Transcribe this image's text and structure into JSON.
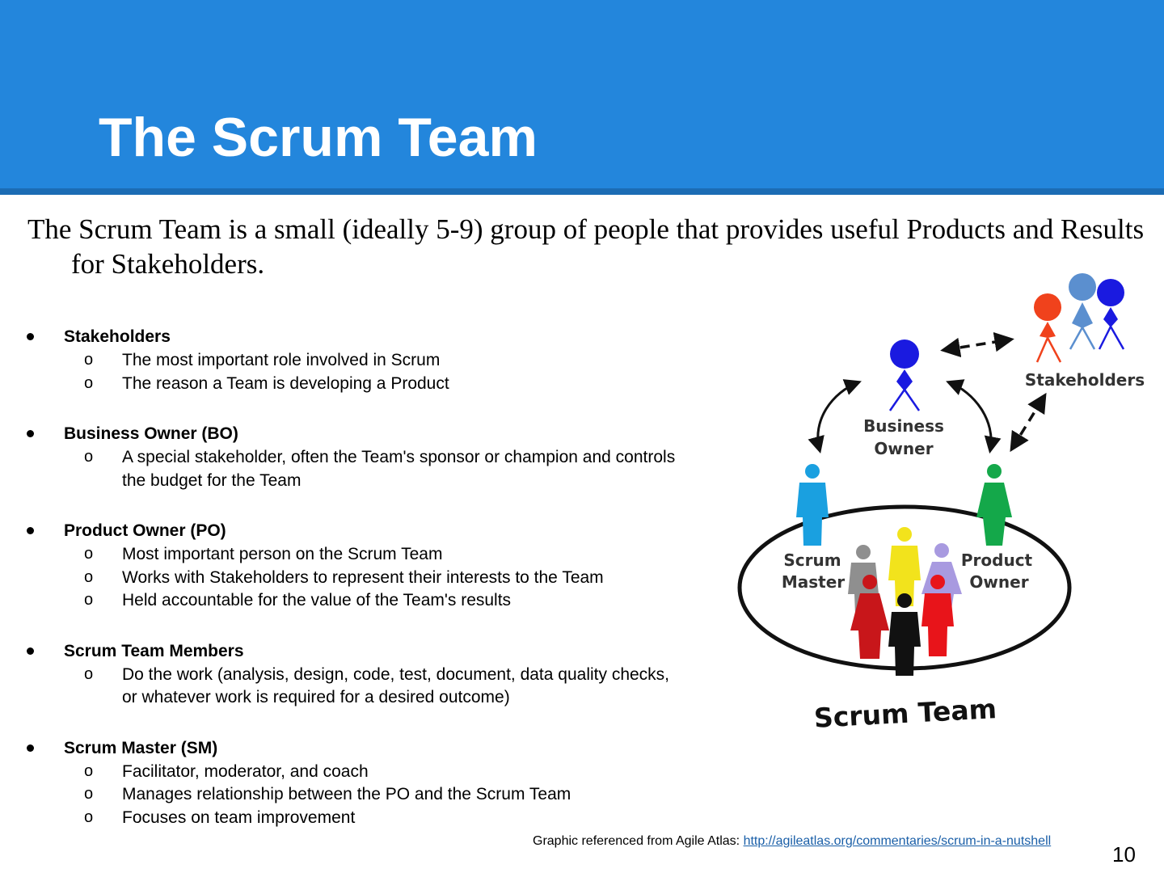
{
  "slide": {
    "title": "The Scrum Team",
    "intro": "The Scrum Team is a small (ideally 5-9) group of people that provides useful Products and Results for Stakeholders.",
    "page_number": "10"
  },
  "roles": [
    {
      "heading": "Stakeholders",
      "points": [
        "The most important role involved in Scrum",
        "The reason a Team is developing a Product"
      ]
    },
    {
      "heading": "Business Owner (BO)",
      "points": [
        "A special stakeholder, often the Team's sponsor or champion and controls the budget for the Team"
      ]
    },
    {
      "heading": "Product Owner (PO)",
      "points": [
        "Most important person on the Scrum Team",
        "Works with Stakeholders to represent their interests to the Team",
        "Held accountable for the value of the Team's results"
      ]
    },
    {
      "heading": "Scrum Team Members",
      "points": [
        "Do the work (analysis, design, code, test, document, data quality checks, or whatever work is required for a desired outcome)"
      ]
    },
    {
      "heading": "Scrum Master (SM)",
      "points": [
        "Facilitator, moderator, and coach",
        "Manages relationship between the PO and the Scrum Team",
        "Focuses on team improvement"
      ]
    }
  ],
  "sub_bullet_marker": "o",
  "figure": {
    "labels": {
      "stakeholders": "Stakeholders",
      "business_line1": "Business",
      "business_line2": "Owner",
      "scrum_master_line1": "Scrum",
      "scrum_master_line2": "Master",
      "product_owner_line1": "Product",
      "product_owner_line2": "Owner",
      "team": "Scrum Team"
    },
    "colors": {
      "stakeholder_1": "#f0421c",
      "stakeholder_2": "#5b8fcf",
      "stakeholder_3": "#1a1ae0",
      "business_owner": "#1a1ae0",
      "scrum_master": "#1aa0e0",
      "product_owner": "#14a84a",
      "member_gray": "#8f8f8f",
      "member_yellow": "#f2e31c",
      "member_lavender": "#a89ae0",
      "member_red_1": "#c8161a",
      "member_black": "#111111",
      "member_red_2": "#e8141a"
    }
  },
  "caption": {
    "prefix": "Graphic referenced from Agile Atlas: ",
    "link_text": "http://agileatlas.org/commentaries/scrum-in-a-nutshell"
  }
}
